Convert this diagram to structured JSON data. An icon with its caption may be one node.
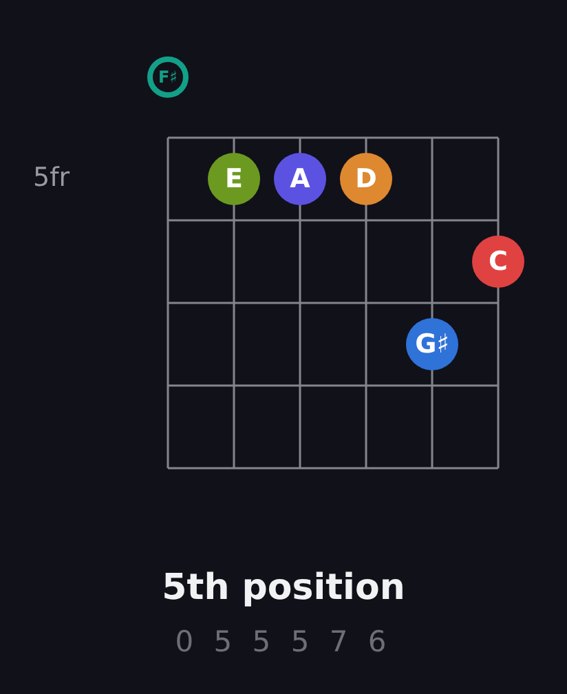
{
  "diagram": {
    "title": "5th position",
    "nodes": [
      {
        "text": [
          "F♯"
        ]
      },
      {
        "text": [
          "E"
        ]
      },
      {
        "text": [
          "A"
        ]
      },
      {
        "text": [
          "D"
        ]
      },
      {
        "text": [
          "C"
        ]
      },
      {
        "text": [
          "G♯"
        ]
      }
    ],
    "edges": [],
    "labels": [
      "5fr",
      "0 5 5 5 7 6"
    ]
  }
}
